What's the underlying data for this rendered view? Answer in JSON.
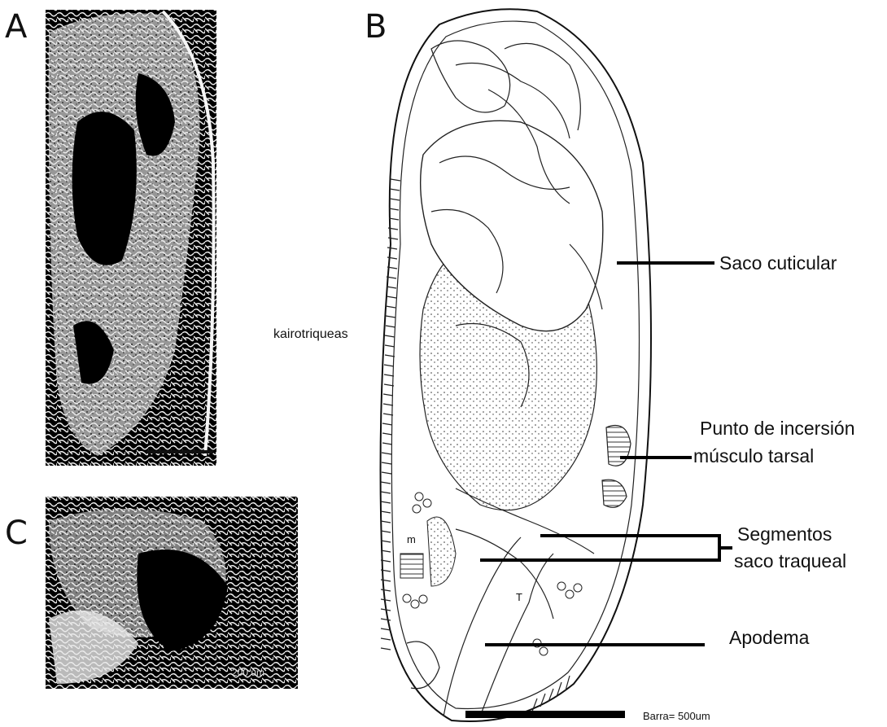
{
  "panels": {
    "a": {
      "letter": "A"
    },
    "b": {
      "letter": "B"
    },
    "c": {
      "letter": "C",
      "scale_text": "200 um"
    }
  },
  "labels": {
    "kairotriqueas": "kairotriqueas",
    "saco_cuticular": "Saco cuticular",
    "punto_line1": "Punto de incersión",
    "punto_line2": "músculo tarsal",
    "segmentos_line1": "Segmentos",
    "segmentos_line2": "saco traqueal",
    "apodema": "Apodema",
    "m": "m",
    "t": "T"
  },
  "scale_bar": {
    "text": "Barra= 500um"
  },
  "colors": {
    "ink": "#111111",
    "photo_dark": "#000000",
    "photo_light": "#f4f4f4"
  }
}
